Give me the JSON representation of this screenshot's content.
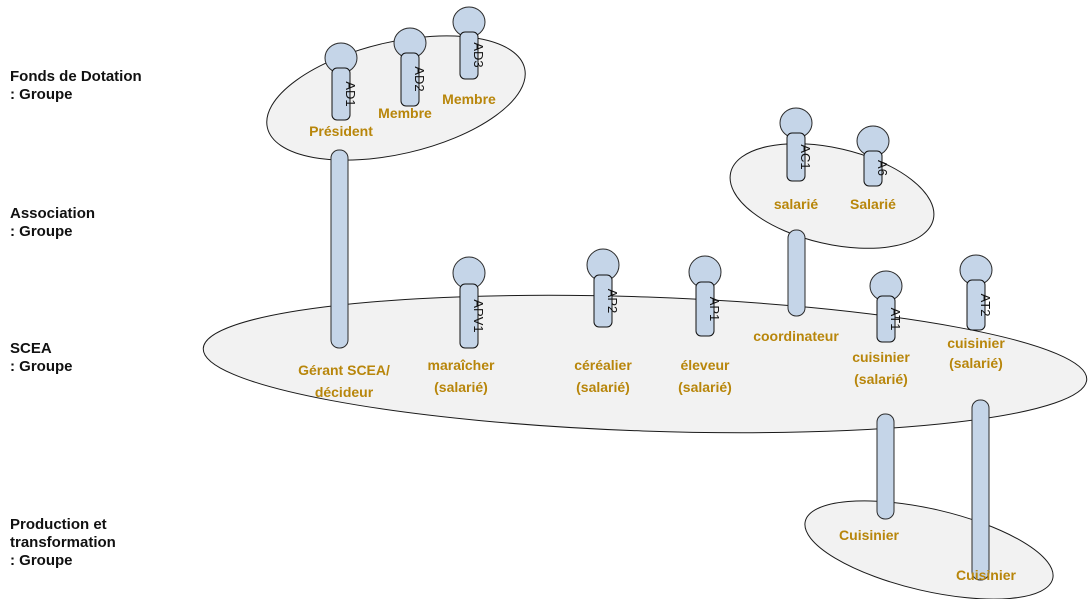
{
  "groups": [
    {
      "label": "Fonds de Dotation\n: Groupe"
    },
    {
      "label": "Association\n: Groupe"
    },
    {
      "label": "SCEA\n: Groupe"
    },
    {
      "label": "Production et\ntransformation\n: Groupe"
    }
  ],
  "colors": {
    "group_fill": "#f2f2f2",
    "pin_fill": "#c5d5e8",
    "role_text": "#b8860b",
    "outline": "#1a1a1a"
  },
  "links": [
    {
      "from": "fonds",
      "to": "scea"
    },
    {
      "from": "association",
      "to": "scea"
    },
    {
      "from": "production",
      "to": "scea"
    },
    {
      "from": "production",
      "to": "scea"
    }
  ],
  "pins": [
    {
      "tag": "AD1",
      "group": "fonds"
    },
    {
      "tag": "AD2",
      "group": "fonds"
    },
    {
      "tag": "AD3",
      "group": "fonds"
    },
    {
      "tag": "AC1",
      "group": "association"
    },
    {
      "tag": "A6",
      "group": "association"
    },
    {
      "tag": "APV1",
      "group": "scea"
    },
    {
      "tag": "AP2",
      "group": "scea"
    },
    {
      "tag": "AP1",
      "group": "scea"
    },
    {
      "tag": "AT1",
      "group": "scea"
    },
    {
      "tag": "AT2",
      "group": "scea"
    }
  ],
  "roles": [
    {
      "text": "Président"
    },
    {
      "text": "Membre"
    },
    {
      "text": "Membre"
    },
    {
      "text": "salarié"
    },
    {
      "text": "Salarié"
    },
    {
      "text": "Gérant SCEA/"
    },
    {
      "text": "décideur"
    },
    {
      "text": "maraîcher"
    },
    {
      "text": "(salarié)"
    },
    {
      "text": "céréalier"
    },
    {
      "text": "(salarié)"
    },
    {
      "text": "éleveur"
    },
    {
      "text": "(salarié)"
    },
    {
      "text": "coordinateur"
    },
    {
      "text": "cuisinier"
    },
    {
      "text": "(salarié)"
    },
    {
      "text": "cuisinier"
    },
    {
      "text": "(salarié)"
    },
    {
      "text": "Cuisinier"
    },
    {
      "text": "Cuisinier"
    }
  ]
}
